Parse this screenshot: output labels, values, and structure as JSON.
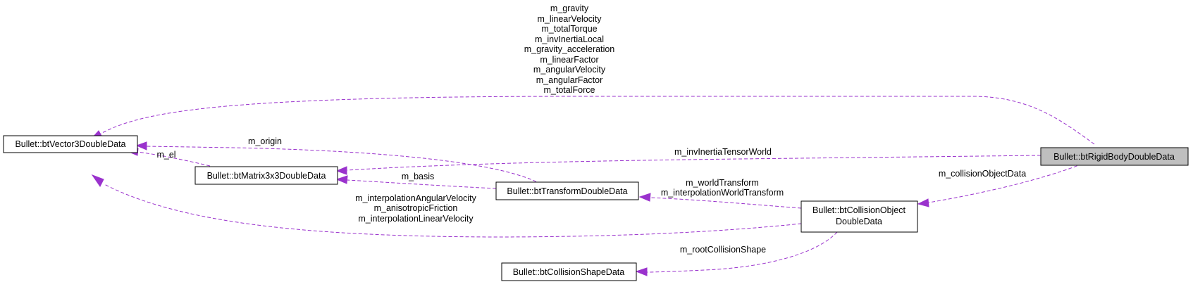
{
  "colors": {
    "edge": "#9a32cd",
    "node_border": "#000000",
    "highlight_fill": "#bfbfbf"
  },
  "nodes": {
    "rigid_body": {
      "label": "Bullet::btRigidBodyDoubleData"
    },
    "vector3": {
      "label": "Bullet::btVector3DoubleData"
    },
    "matrix3x3": {
      "label": "Bullet::btMatrix3x3DoubleData"
    },
    "transform": {
      "label": "Bullet::btTransformDoubleData"
    },
    "collision_object": {
      "label_line1": "Bullet::btCollisionObject",
      "label_line2": "DoubleData"
    },
    "collision_shape": {
      "label": "Bullet::btCollisionShapeData"
    }
  },
  "edges": {
    "rigid_to_vector3": [
      "m_gravity",
      "m_linearVelocity",
      "m_totalTorque",
      "m_invInertiaLocal",
      "m_gravity_acceleration",
      "m_linearFactor",
      "m_angularVelocity",
      "m_angularFactor",
      "m_totalForce"
    ],
    "rigid_to_matrix": "m_invInertiaTensorWorld",
    "rigid_to_collision_object": "m_collisionObjectData",
    "transform_to_vector3": "m_origin",
    "matrix_to_vector3": "m_el",
    "transform_to_matrix": "m_basis",
    "collision_object_to_transform": [
      "m_worldTransform",
      "m_interpolationWorldTransform"
    ],
    "collision_object_to_vector3": [
      "m_interpolationAngularVelocity",
      "m_anisotropicFriction",
      "m_interpolationLinearVelocity"
    ],
    "collision_object_to_shape": "m_rootCollisionShape"
  }
}
